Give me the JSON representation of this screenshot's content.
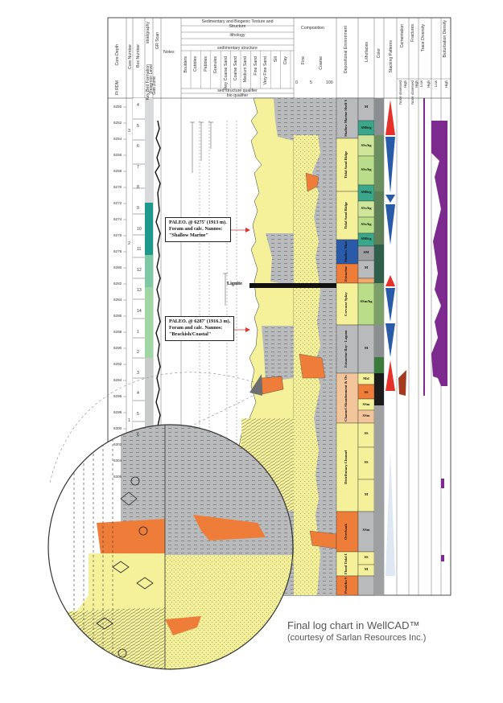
{
  "header": {
    "core_depth": "Core Depth",
    "ft_rdm": "Ft RDM",
    "core_number": "Core Number",
    "box_number": "Box Number",
    "stratigraphy": "stratigraphy",
    "gr_scan": "GR Scan",
    "stratigraphy_sub": [
      "Key Bed Formation",
      "Reservoir Level",
      "Gas Zone"
    ],
    "notes": "Notes",
    "sed_title": "Sedimentary and Biogenic Texture and Structure",
    "lithology": "lithology",
    "sedimentary_structure": "sedimentary structure",
    "grain_sizes": [
      "Boulders",
      "Cobbles",
      "Pebbles",
      "Granules",
      "Very Coarse Sand",
      "Coarse Sand",
      "Medium Sand",
      "Fine Sand",
      "Very Fine Sand",
      "Silt",
      "Clay"
    ],
    "sed_structure_qualifier": "sed structure qualifier",
    "bio_qualifier": "bio qualifier",
    "composition": "Composition",
    "comp_fine": "Fine",
    "comp_coarse": "Coarse",
    "comp_scale": [
      "0",
      "5",
      "100"
    ],
    "depositional_environment": "Depositional Environment",
    "lithofacies": "Lithofacies",
    "color": "Color",
    "stacking_patterns": "Stacking Patterns",
    "cementation": "Cementation",
    "fractures": "Fractures",
    "trace_diversity": "Trace Diversity",
    "bioturbation_density": "Bioturbation Density",
    "sub_headers": [
      "None observed",
      "High",
      "None observed",
      "High",
      "Low",
      "High",
      "Low",
      "High"
    ]
  },
  "depths": [
    "6250",
    "6252",
    "6254",
    "6256",
    "6258",
    "6270",
    "6272",
    "6274",
    "6276",
    "6278",
    "6280",
    "6282",
    "6284",
    "6286",
    "6288",
    "6290",
    "6292",
    "6294",
    "6296",
    "6298",
    "6300",
    "6302",
    "6304",
    "6306"
  ],
  "core_numbers": [
    "3",
    "2",
    "1"
  ],
  "box_numbers": [
    "4",
    "5",
    "6",
    "7",
    "8",
    "9",
    "10",
    "11",
    "12",
    "13",
    "14",
    "1",
    "2",
    "3",
    "4",
    "5",
    "6"
  ],
  "annotations": {
    "paleo1_l1": "PALEO. @ 6275' (1913 m).",
    "paleo1_l2": "Foram and calc. Nannos:",
    "paleo1_l3": "\"Shallow Marine\"",
    "paleo2_l1": "PALEO. @ 6287' (1916.3 m).",
    "paleo2_l2": "Foram and calc. Nannos:",
    "paleo2_l3": "\"Brackish/Coastal\"",
    "lignite": "Lignite"
  },
  "environments": [
    "Shallow Marine Shelf Mudstone",
    "Tidal Sand Ridge",
    "Tidal Sand Ridge",
    "Shallow Marine Shelf",
    "Estuarine Bay Lagoon",
    "Crevasse Splay",
    "Estuarine Bay - Lagoon",
    "Channel Abandonment & Overbank",
    "Distributary Channel",
    "Overbank",
    "Flood Tidal Delta",
    "Prodelta Shelf Mud"
  ],
  "lithofacies": [
    "M",
    "SMb/g",
    "SSs/bg",
    "SSs/bg",
    "SMb/g",
    "SSs/bg",
    "SSs/bg",
    "SMb/g",
    "SM",
    "M",
    "SSm/bg",
    "M",
    "Msl",
    "SS",
    "SSm",
    "SSm",
    "SS",
    "SS",
    "M",
    "SSm",
    "SS",
    "M"
  ],
  "caption": {
    "line1": "Final log chart in WellCAD™",
    "line2": "(courtesy of Sarlan Resources Inc.)"
  },
  "colors": {
    "sand_yellow": "#f4f19a",
    "shale_gray": "#a9abad",
    "orange": "#ef7d3a",
    "purple": "#7d2a8e",
    "blue": "#2a5ba8",
    "red": "#e4322b",
    "green_teal": "#3aa68a"
  }
}
